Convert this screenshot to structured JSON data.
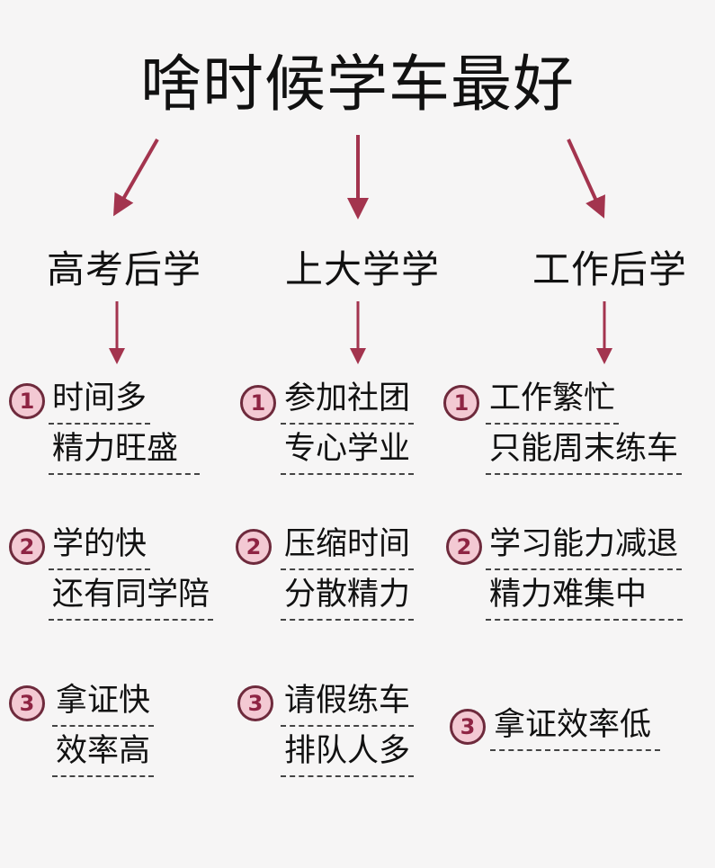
{
  "title": "啥时候学车最好",
  "colors": {
    "arrow": "#a3344e",
    "circle_fill": "#f3c9d3",
    "circle_border": "#6e2a3c"
  },
  "columns": [
    {
      "heading": "高考后学",
      "items": [
        {
          "num": "1",
          "lines": [
            "时间多",
            "精力旺盛"
          ]
        },
        {
          "num": "2",
          "lines": [
            "学的快",
            "还有同学陪"
          ]
        },
        {
          "num": "3",
          "lines": [
            "拿证快",
            "效率高"
          ]
        }
      ]
    },
    {
      "heading": "上大学学",
      "items": [
        {
          "num": "1",
          "lines": [
            "参加社团",
            "专心学业"
          ]
        },
        {
          "num": "2",
          "lines": [
            "压缩时间",
            "分散精力"
          ]
        },
        {
          "num": "3",
          "lines": [
            "请假练车",
            "排队人多"
          ]
        }
      ]
    },
    {
      "heading": "工作后学",
      "items": [
        {
          "num": "1",
          "lines": [
            "工作繁忙",
            "只能周末练车"
          ]
        },
        {
          "num": "2",
          "lines": [
            "学习能力减退",
            "精力难集中"
          ]
        },
        {
          "num": "3",
          "lines": [
            "拿证效率低"
          ]
        }
      ]
    }
  ]
}
